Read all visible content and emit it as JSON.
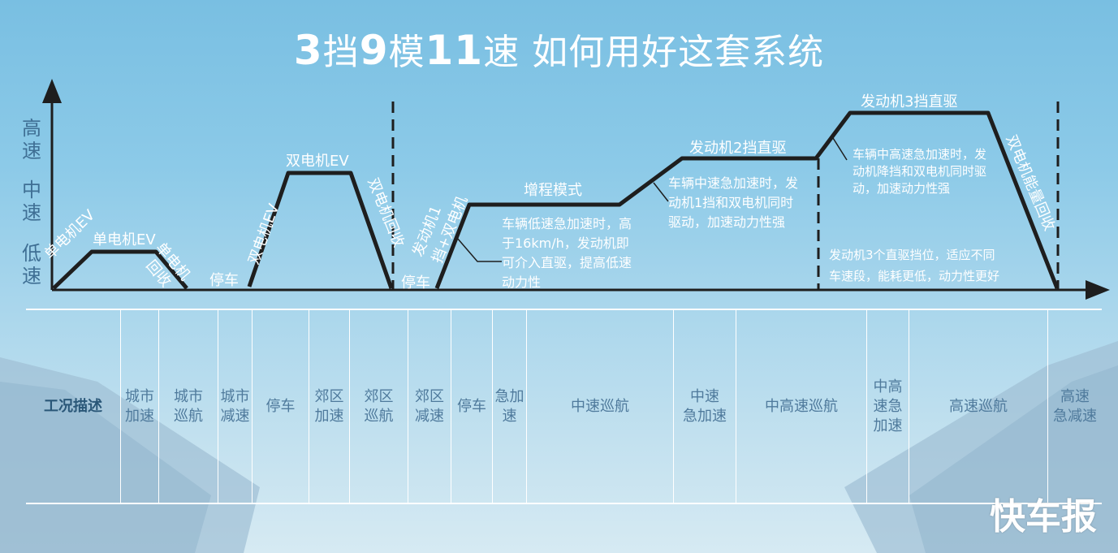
{
  "title": {
    "p1": "3",
    "p2": "挡",
    "p3": "9",
    "p4": "模",
    "p5": "11",
    "p6": "速",
    "p7": " 如何用好这套系统"
  },
  "y_axis": {
    "high": "高速",
    "mid": "中速",
    "low": "低速"
  },
  "curve_labels": {
    "seg1_up": "单电机EV",
    "seg1_flat": "单电机EV",
    "seg1_down_a": "单电机",
    "seg1_down_b": "回收",
    "stop1": "停车",
    "seg2_up": "双电机EV",
    "seg2_flat": "双电机EV",
    "seg2_down": "双电机回收",
    "stop2": "停车",
    "seg3_up_a": "发动机1",
    "seg3_up_b": "挡+双电机",
    "seg3_flat": "增程模式",
    "seg4_flat": "发动机2挡直驱",
    "seg5_flat": "发动机3挡直驱",
    "seg5_down": "双电机能量回收"
  },
  "notes": {
    "low_accel": [
      "车辆低速急加速时，高",
      "于16km/h，发动机即",
      "可介入直驱，提高低速",
      "动力性"
    ],
    "mid_accel": [
      "车辆中速急加速时，发",
      "动机1挡和双电机同时",
      "驱动，加速动力性强"
    ],
    "midhigh_accel": [
      "车辆中高速急加速时，发",
      "动机降挡和双电机同时驱",
      "动，加速动力性强"
    ],
    "gears": [
      "发动机3个直驱挡位，适应不同",
      "车速段，能耗更低，动力性更好"
    ]
  },
  "table": {
    "row_header": "工况描述",
    "columns": [
      {
        "label": [
          "城市",
          "加速"
        ]
      },
      {
        "label": [
          "城市",
          "巡航"
        ]
      },
      {
        "label": [
          "城市",
          "减速"
        ]
      },
      {
        "label": [
          "停车"
        ]
      },
      {
        "label": [
          "郊区",
          "加速"
        ]
      },
      {
        "label": [
          "郊区",
          "巡航"
        ]
      },
      {
        "label": [
          "郊区",
          "减速"
        ]
      },
      {
        "label": [
          "停车"
        ]
      },
      {
        "label": [
          "急加",
          "速"
        ]
      },
      {
        "label": [
          "中速巡航"
        ]
      },
      {
        "label": [
          "中速",
          "急加速"
        ]
      },
      {
        "label": [
          "中高速巡航"
        ]
      },
      {
        "label": [
          "中高",
          "速急",
          "加速"
        ]
      },
      {
        "label": [
          "高速巡航"
        ]
      },
      {
        "label": [
          "高速",
          "急减速"
        ]
      }
    ]
  },
  "brand": "快车报",
  "colors": {
    "line": "#1e1e1e",
    "text": "#ffffff",
    "table_text": "#4f7a9c",
    "axis_label": "#3f6f94"
  }
}
